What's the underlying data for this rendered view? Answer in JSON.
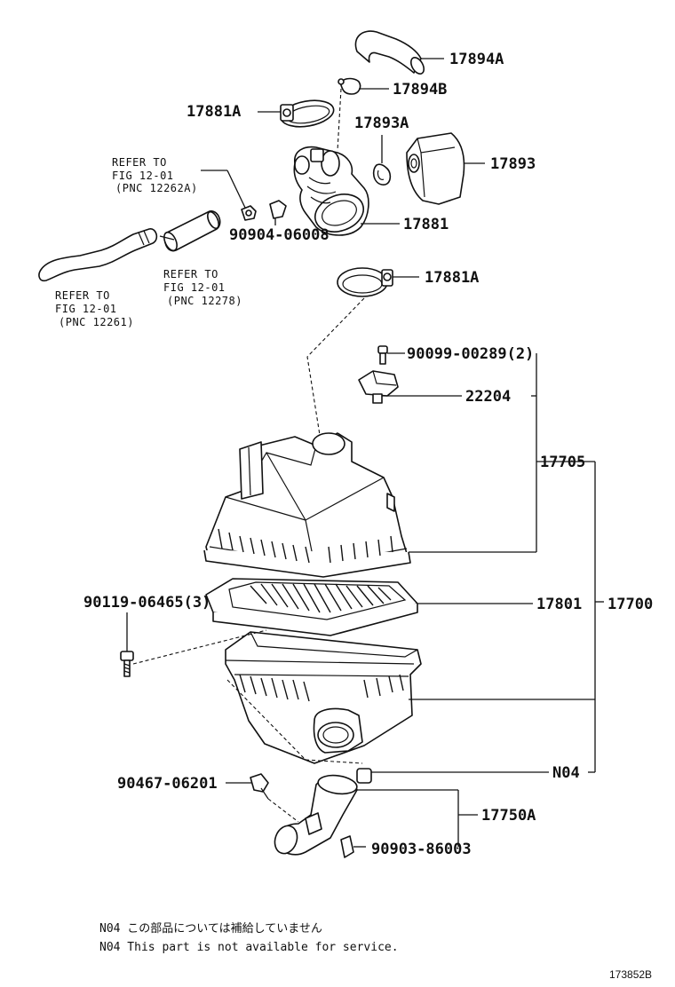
{
  "parts": {
    "p17894A": "17894A",
    "p17894B": "17894B",
    "p17881A_top": "17881A",
    "p17893A": "17893A",
    "p17893": "17893",
    "p17881": "17881",
    "p90904": "90904-06008",
    "p17881A_bottom": "17881A",
    "p90099": "90099-00289(2)",
    "p22204": "22204",
    "p17705": "17705",
    "p90119": "90119-06465(3)",
    "p17801": "17801",
    "p17700": "17700",
    "pN04": "N04",
    "p90467": "90467-06201",
    "p17750A": "17750A",
    "p90903": "90903-86003"
  },
  "refs": {
    "ref1": {
      "line1": "REFER TO",
      "line2": "FIG 12-01",
      "line3": "(PNC 12262A)"
    },
    "ref2": {
      "line1": "REFER TO",
      "line2": "FIG 12-01",
      "line3": "(PNC 12278)"
    },
    "ref3": {
      "line1": "REFER TO",
      "line2": "FIG 12-01",
      "line3": "(PNC 12261)"
    }
  },
  "notes": {
    "note_jp": "N04 この部品については補給していません",
    "note_en": "N04 This part is not available for service."
  },
  "figure_code": "173852B"
}
